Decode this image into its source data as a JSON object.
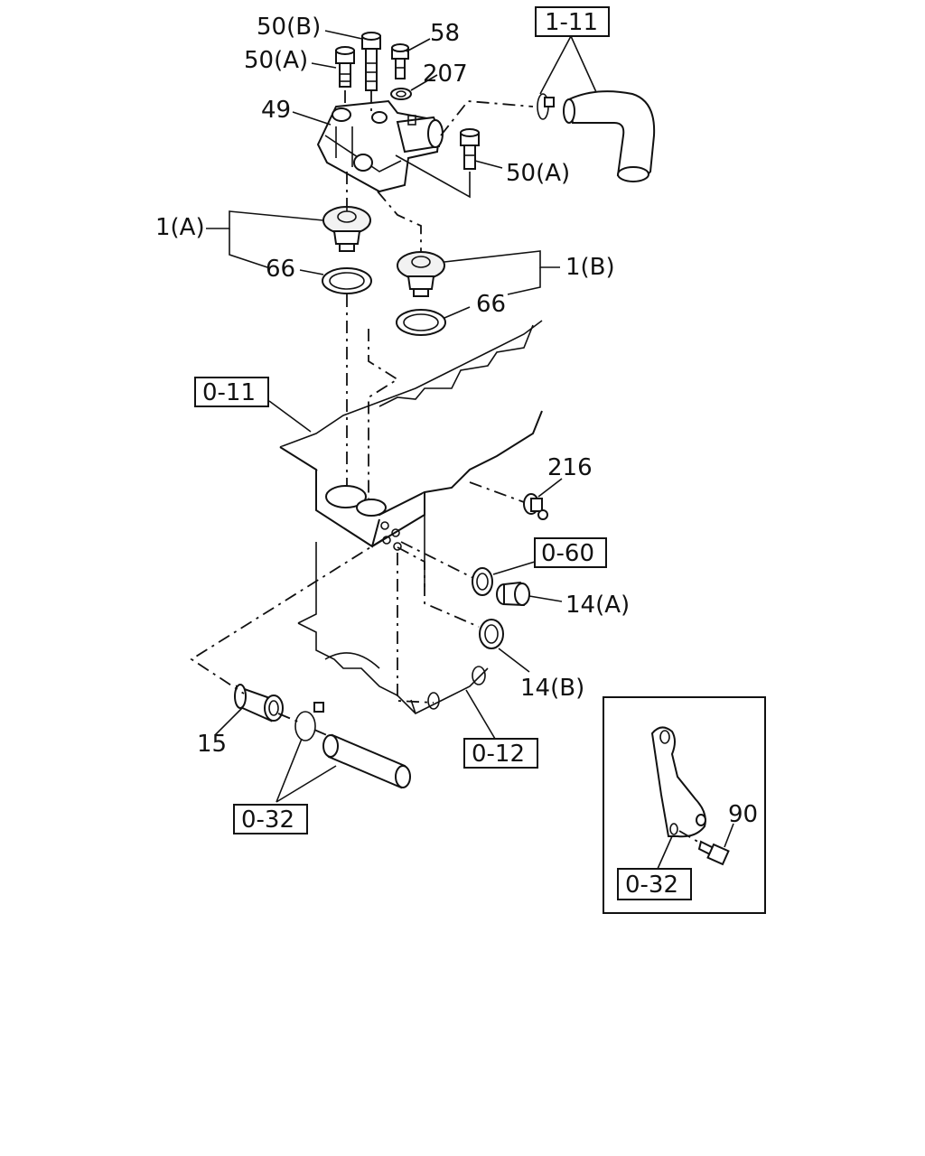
{
  "labels": {
    "l50b": "50(B)",
    "l50a_top": "50(A)",
    "l58": "58",
    "l207": "207",
    "l49": "49",
    "l50a_right": "50(A)",
    "l1a": "1(A)",
    "l66_left": "66",
    "l1b": "1(B)",
    "l66_right": "66",
    "l216": "216",
    "l14a": "14(A)",
    "l14b": "14(B)",
    "l15": "15",
    "l90": "90"
  },
  "refs": {
    "r1_11": "1-11",
    "r0_11": "0-11",
    "r0_60": "0-60",
    "r0_12": "0-12",
    "r0_32_main": "0-32",
    "r0_32_inset": "0-32"
  }
}
